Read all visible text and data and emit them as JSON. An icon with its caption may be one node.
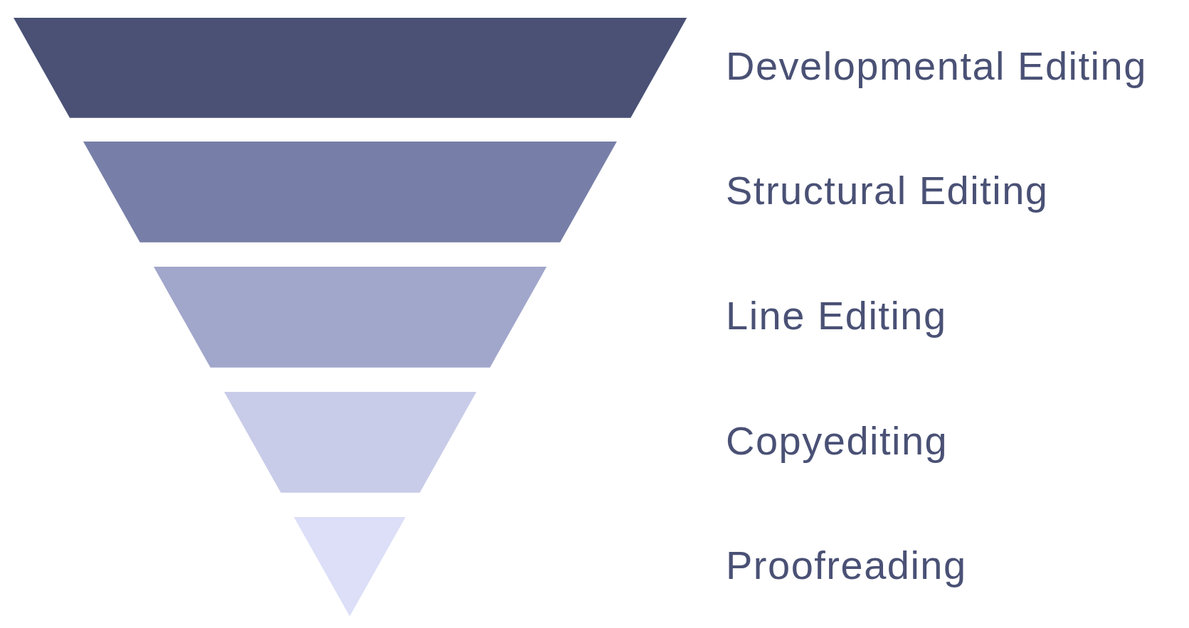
{
  "diagram": {
    "nodes": [
      {
        "text": [],
        "shape": "trapezoid"
      },
      {
        "text": [],
        "shape": "trapezoid"
      },
      {
        "text": [],
        "shape": "trapezoid"
      },
      {
        "text": [],
        "shape": "trapezoid"
      },
      {
        "text": [],
        "shape": "triangle"
      }
    ],
    "labels": [
      "Developmental Editing",
      "Structural Editing",
      "Line Editing",
      "Copyediting",
      "Proofreading"
    ]
  }
}
